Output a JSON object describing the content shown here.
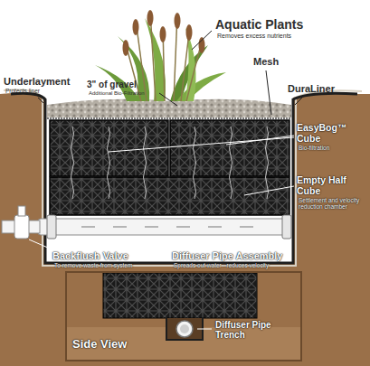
{
  "diagram": {
    "nodes": [
      {
        "text": [
          "Side View",
          "Diffuser Pipe Trench"
        ]
      }
    ],
    "labels": [
      "Aquatic Plants",
      "Removes excess nutrients",
      "Underlayment",
      "Protects liner",
      "3\" of gravel",
      "Additional Bio-Filtration",
      "Mesh",
      "DuraLiner",
      "EasyBog™ Cube",
      "Bio-filtration",
      "Empty Half Cube",
      "Settlement and velocity reduction chamber",
      "Backflush Valve",
      "To remove waste from system",
      "Diffuser Pipe Assembly",
      "Spreads out water - reduces velocity"
    ]
  }
}
